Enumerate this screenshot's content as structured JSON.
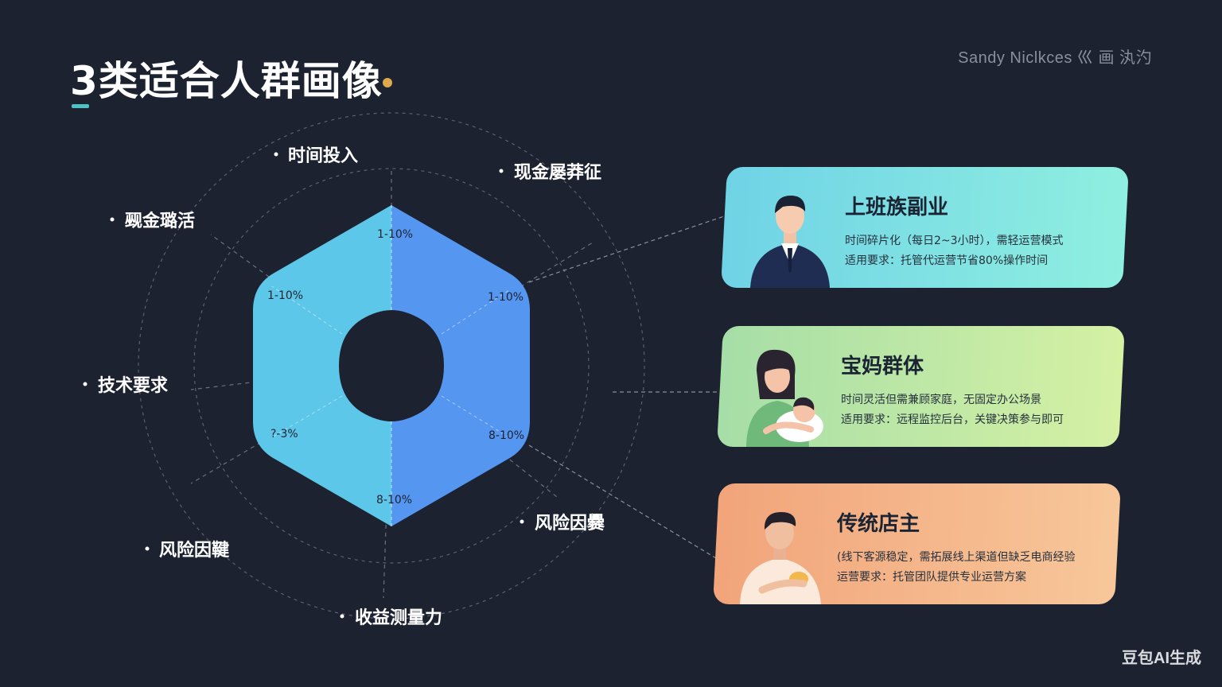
{
  "header": {
    "title": "3类适合人群画像",
    "watermark": "Sandy Niclkces 巛 画 汍汋",
    "brand_watermark": "豆包AI生成"
  },
  "colors": {
    "background": "#1d2230",
    "hex_left": "#5cc7e8",
    "hex_right": "#5596f0",
    "accent_dot": "#e0a84c",
    "accent_bar": "#4ec1c4"
  },
  "radar": {
    "dimensions": [
      "时间投入",
      "现金屡莽征",
      "风险因爨",
      "收益测量力",
      "风险因鞬",
      "技术要求",
      "觋金璐活"
    ],
    "segment_labels": [
      "1-10%",
      "1-10%",
      "8-10%",
      "8-10%",
      "?-3%",
      "1-10%"
    ]
  },
  "personas": [
    {
      "title": "上班族副业",
      "line1": "时间碎片化（每日2~3小时），需轻运营模式",
      "line2": "适用要求：托管代运营节省80%操作时间",
      "avatar_icon": "businessman-icon",
      "gradient": [
        "#6fd3e6",
        "#8fefe0"
      ]
    },
    {
      "title": "宝妈群体",
      "line1": "时间灵活但需兼顾家庭，无固定办公场景",
      "line2": "适用要求：远程监控后台，关键决策参与即可",
      "avatar_icon": "mother-baby-icon",
      "gradient": [
        "#a6dea7",
        "#d5f1a4"
      ]
    },
    {
      "title": "传统店主",
      "line1": "(线下客源稳定，需拓展线上渠道但缺乏电商经验",
      "line2": "运营要求：托管团队提供专业运营方案",
      "avatar_icon": "shopkeeper-icon",
      "gradient": [
        "#f2a47a",
        "#f7c79a"
      ]
    }
  ]
}
